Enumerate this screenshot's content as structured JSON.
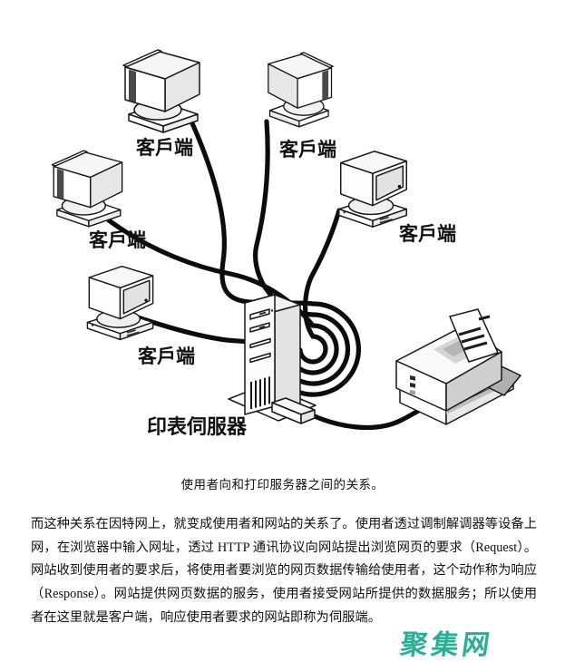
{
  "diagram": {
    "client_labels": [
      "客戶端",
      "客戶端",
      "客戶端",
      "客戶端",
      "客戶端"
    ],
    "server_label": "印表伺服器"
  },
  "caption": "使用者向和打印服务器之间的关系。",
  "paragraph": "而这种关系在因特网上，就变成使用者和网站的关系了。使用者透过调制解调器等设备上网，在浏览器中输入网址，透过 HTTP 通讯协议向网站提出浏览网页的要求（Request）。网站收到使用者的要求后，将使用者要浏览的网页数据传输给使用者，这个动作称为响应（Response）。网站提供网页数据的服务，使用者接受网站所提供的数据服务；所以使用者在这里就是客户端，响应使用者要求的网站即称为伺服端。",
  "watermark": {
    "text": "聚集网",
    "color": "#2bad96"
  }
}
